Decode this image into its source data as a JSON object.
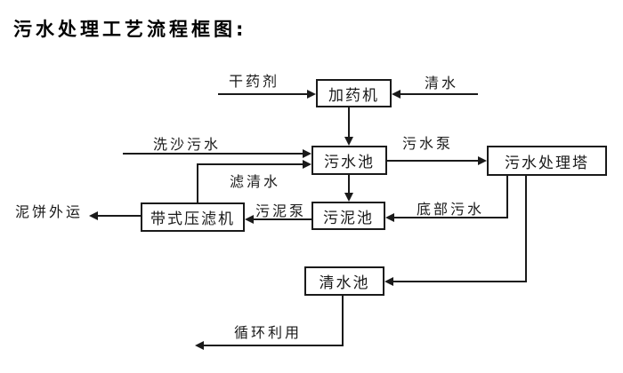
{
  "title": "污水处理工艺流程框图:",
  "nodes": {
    "dosing_machine": "加药机",
    "sewage_pool": "污水池",
    "treatment_tower": "污水处理塔",
    "sludge_pool": "污泥池",
    "belt_filter_press": "带式压滤机",
    "clean_water_pool": "清水池"
  },
  "flow_labels": {
    "dry_chemical": "干药剂",
    "clean_water": "清水",
    "sand_wash_sewage": "洗沙污水",
    "filtered_water": "滤清水",
    "sewage_pump": "污水泵",
    "sludge_pump": "污泥泵",
    "bottom_sewage": "底部污水",
    "mud_cake_out": "泥饼外运",
    "recycling": "循环利用"
  },
  "colors": {
    "line": "#1a1a1a",
    "background": "#ffffff",
    "text": "#000000"
  }
}
